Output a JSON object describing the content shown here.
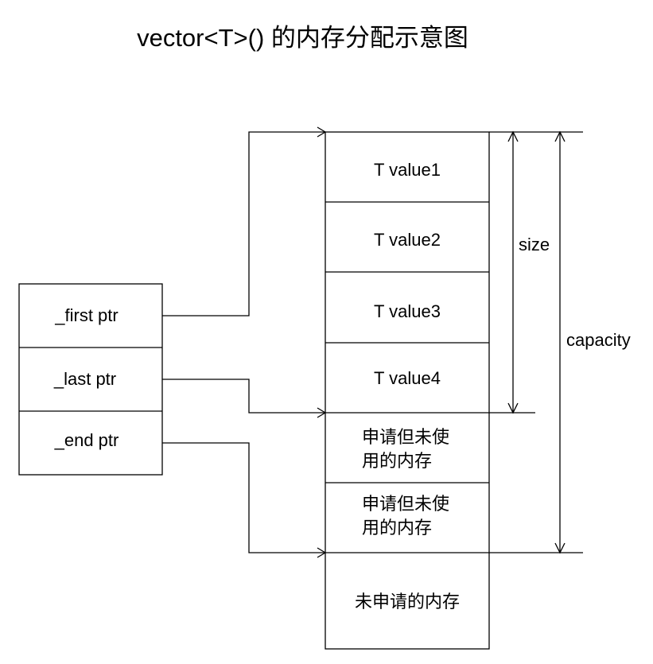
{
  "title": "vector<T>() 的内存分配示意图",
  "pointers": [
    {
      "label": "_first ptr",
      "points_to": "T value1"
    },
    {
      "label": "_last ptr",
      "points_to": "申请但未使用的内存"
    },
    {
      "label": "_end ptr",
      "points_to": "未申请的内存"
    }
  ],
  "memory_cells": [
    {
      "label": "T value1"
    },
    {
      "label": "T value2"
    },
    {
      "label": "T value3"
    },
    {
      "label": "T value4"
    },
    {
      "label_line1": "申请但未使",
      "label_line2": "用的内存"
    },
    {
      "label_line1": "申请但未使",
      "label_line2": "用的内存"
    },
    {
      "label": "未申请的内存"
    }
  ],
  "dimensions": {
    "size_label": "size",
    "capacity_label": "capacity"
  }
}
